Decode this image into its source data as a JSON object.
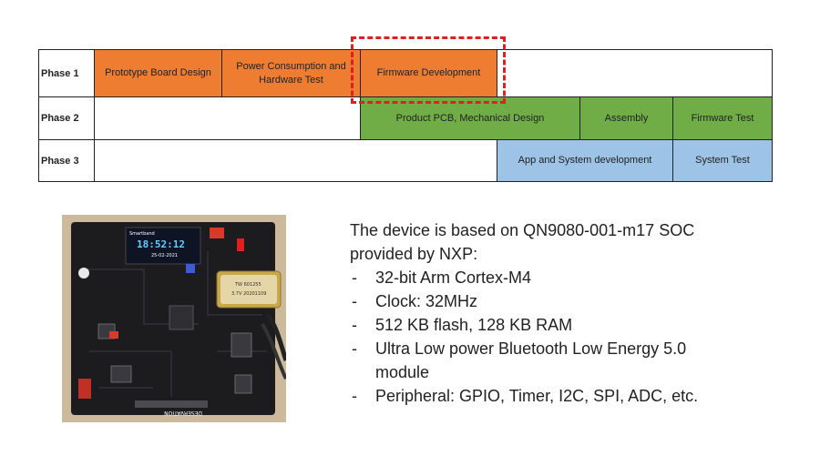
{
  "phases": [
    {
      "label": "Phase 1",
      "tasks": [
        {
          "text": "Prototype Board Design",
          "color": "#ee7d31"
        },
        {
          "text": "Power Consumption and Hardware Test",
          "color": "#ee7d31"
        },
        {
          "text": "Firmware Development",
          "color": "#ee7d31"
        }
      ]
    },
    {
      "label": "Phase 2",
      "tasks": [
        {
          "text": "Product PCB, Mechanical Design",
          "color": "#70ad47"
        },
        {
          "text": "Assembly",
          "color": "#70ad47"
        },
        {
          "text": "Firmware Test",
          "color": "#70ad47"
        }
      ]
    },
    {
      "label": "Phase 3",
      "tasks": [
        {
          "text": "App and System development",
          "color": "#9dc3e6"
        },
        {
          "text": "System Test",
          "color": "#9dc3e6"
        }
      ]
    }
  ],
  "photo": {
    "screen_title": "Smartband",
    "screen_time": "18:52:12",
    "screen_date": "25-02-2021",
    "battery_label_1": "TW 601255",
    "battery_label_2": "3.7V 20201109",
    "bottom_silk": "DESERVATION"
  },
  "description": {
    "intro": "The device is based on QN9080-001-m17 SOC provided by NXP:",
    "items": [
      "32-bit Arm Cortex-M4",
      "Clock: 32MHz",
      "512 KB flash, 128 KB RAM",
      "Ultra Low power Bluetooth Low Energy 5.0 module",
      "Peripheral: GPIO, Timer, I2C, SPI, ADC, etc."
    ]
  },
  "highlight_color": "#e02020"
}
